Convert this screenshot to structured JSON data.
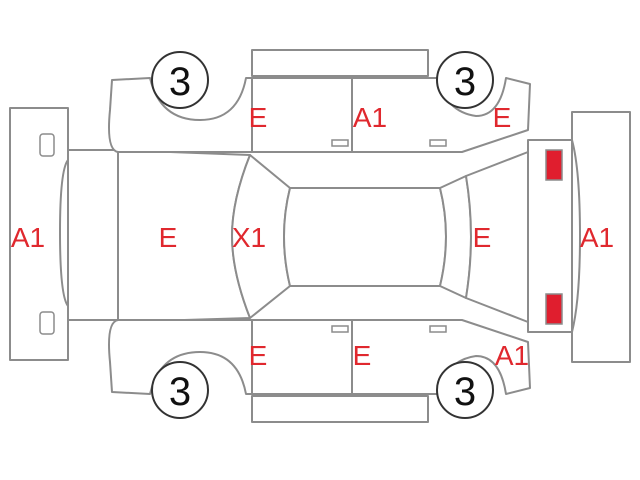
{
  "colors": {
    "outline": "#8c8c8c",
    "code_text": "#e0282e",
    "front_light": "#f3ea22",
    "rear_light": "#e01e2e",
    "tire_text": "#111111"
  },
  "tires": {
    "front_left": "3",
    "front_right": "3",
    "rear_left": "3",
    "rear_right": "3"
  },
  "codes": {
    "front_bumper": "A1",
    "hood": "E",
    "windshield_pillar": "X1",
    "roof_front_door_upper": "E",
    "rear_door_upper": "A1",
    "rear_fender_upper": "E",
    "trunk": "E",
    "rear_bumper": "A1",
    "front_door_lower": "E",
    "rear_door_lower": "E",
    "rear_fender_lower": "A1"
  }
}
